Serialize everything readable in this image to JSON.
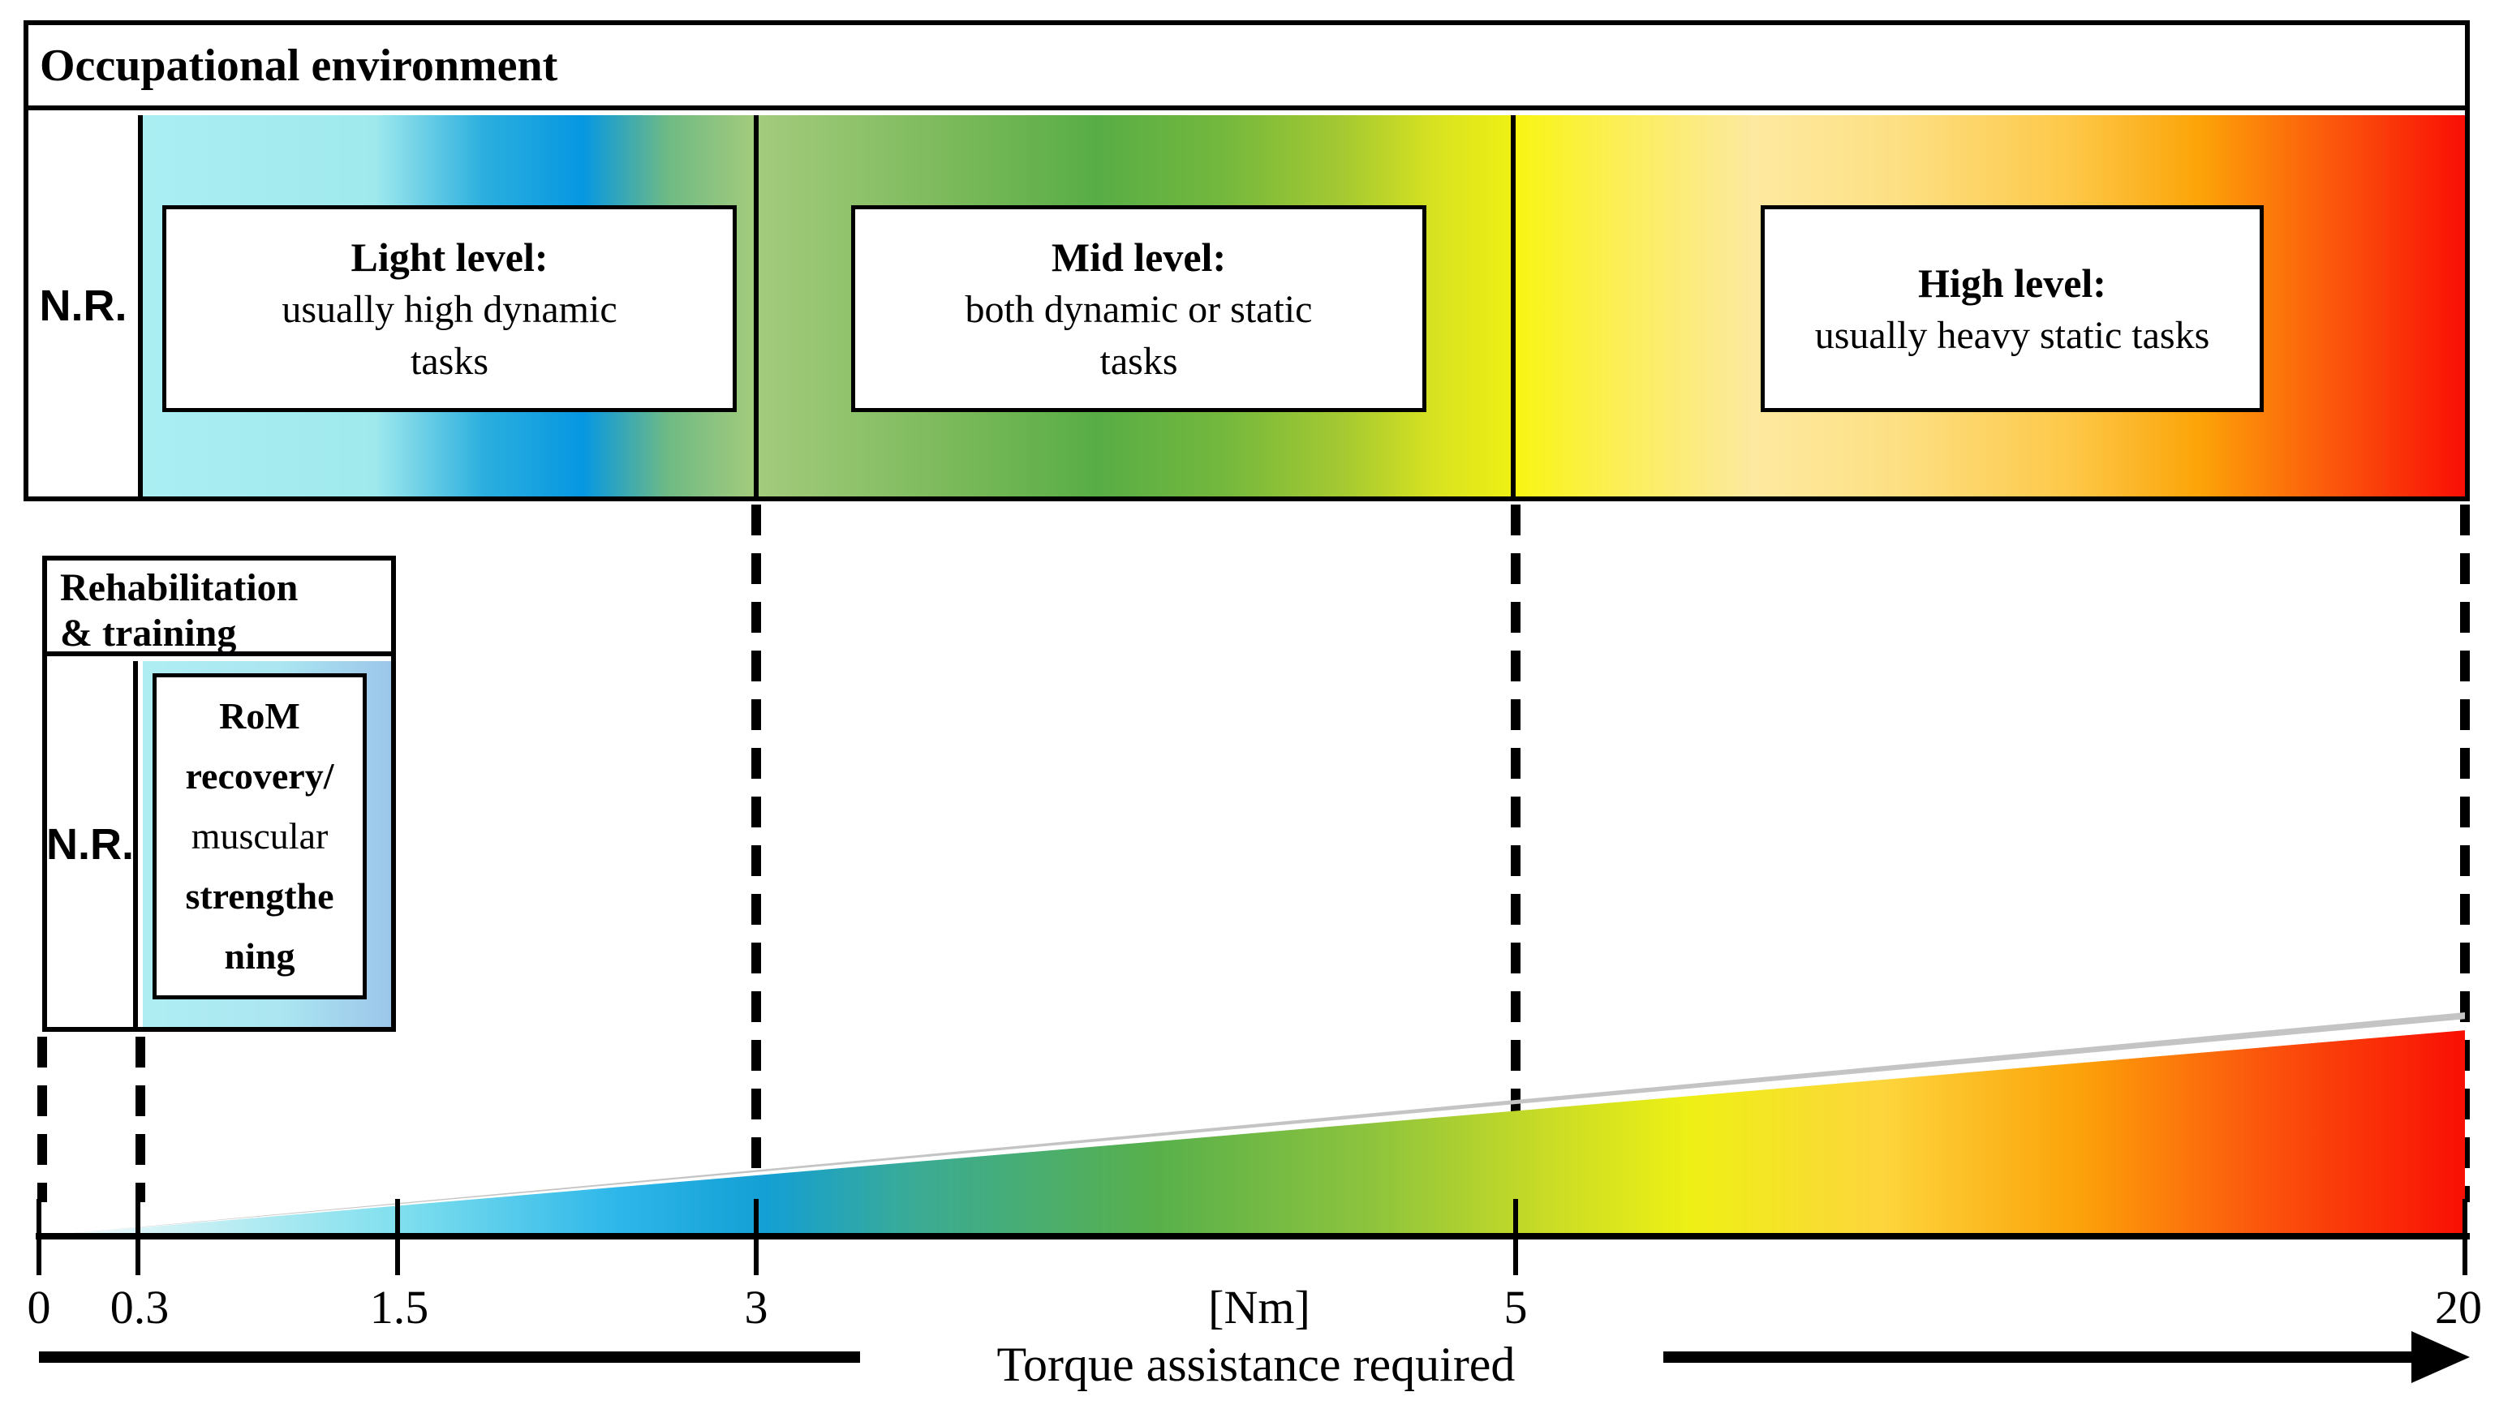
{
  "occupational": {
    "title": "Occupational environment",
    "nr_label": "N.R.",
    "sections": [
      {
        "id": "light",
        "lines": [
          "Light level:",
          "usually high dynamic",
          "tasks"
        ]
      },
      {
        "id": "mid",
        "lines": [
          "Mid level:",
          "both dynamic or static",
          "tasks"
        ]
      },
      {
        "id": "high",
        "lines": [
          "High level:",
          "usually heavy static tasks"
        ]
      }
    ]
  },
  "rehabilitation": {
    "title_line1": "Rehabilitation",
    "title_line2": "& training",
    "nr_label": "N.R.",
    "box_lines": [
      "RoM",
      "recovery/",
      "muscular",
      "strengthe",
      "ning"
    ]
  },
  "axis": {
    "tick_values": [
      "0",
      "0.3",
      "1.5",
      "3",
      "5",
      "20"
    ],
    "unit_label": "[Nm]",
    "caption": "Torque assistance required",
    "labels": {
      "t0": "0",
      "t03": "0.3",
      "t15": "1.5",
      "t3": "3",
      "t5": "5",
      "t20": "20"
    }
  },
  "colors": {
    "outline": "#000000",
    "light_gradient": [
      "#aaeef2",
      "#0697e2",
      "#a3cb7c"
    ],
    "mid_gradient": [
      "#a3cb7c",
      "#58ad46",
      "#eef014"
    ],
    "high_gradient": [
      "#f8f513",
      "#fde9a0",
      "#fca408",
      "#f90e05"
    ],
    "rehab_gradient": [
      "#aeeef2",
      "#9cc6ea"
    ],
    "wedge_gradient": [
      "#ffffff",
      "#7fdfee",
      "#149fd4",
      "#58b04b",
      "#eef015",
      "#fca30a",
      "#f90f04"
    ]
  }
}
